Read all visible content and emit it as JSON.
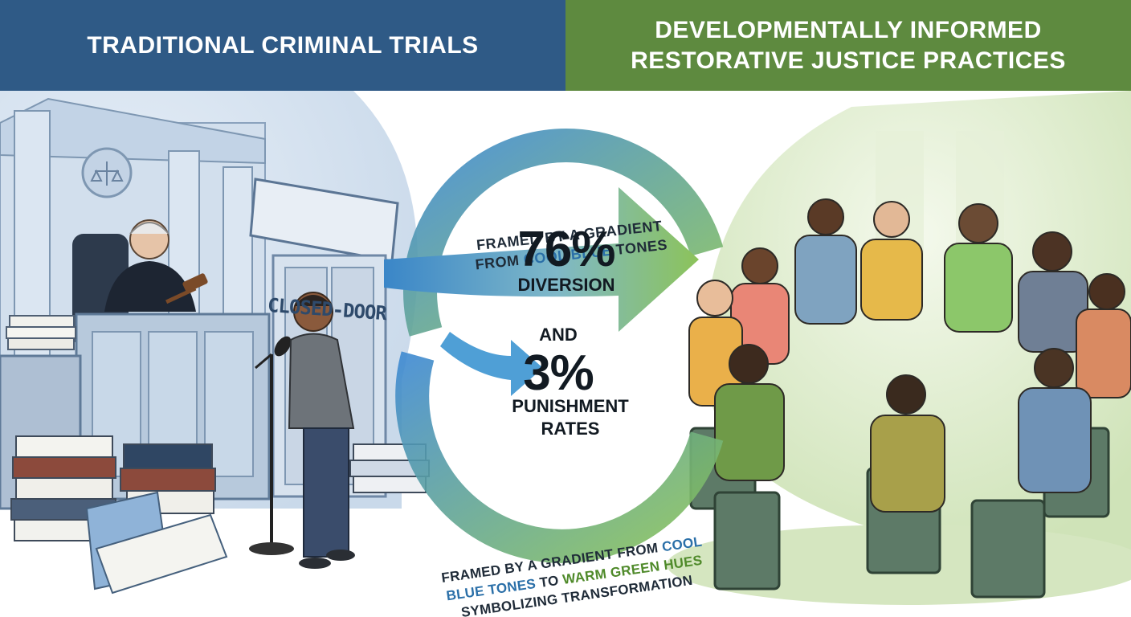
{
  "header": {
    "left_title": "TRADITIONAL CRIMINAL TRIALS",
    "right_title_line1": "DEVELOPMENTALLY INFORMED",
    "right_title_line2": "RESTORATIVE JUSTICE PRACTICES"
  },
  "courtroom": {
    "sign_text": "CLOSED-DOOR"
  },
  "center": {
    "caption_top_line1": "FRAMED BY A GRADIENT",
    "caption_top_line2_pre": "FROM ",
    "caption_top_line2_highlight": "COOL BLUE",
    "caption_top_line2_post": " TONES",
    "stat1_value": "76%",
    "stat1_label": "DIVERSION",
    "connector": "AND",
    "stat2_value": "3%",
    "stat2_label_line1": "PUNISHMENT",
    "stat2_label_line2": "RATES",
    "caption_bottom_line1_pre": "FRAMED BY A GRADIENT FROM ",
    "caption_bottom_line1_highlight": "COOL",
    "caption_bottom_line2_blue": "BLUE TONES",
    "caption_bottom_line2_mid": " TO ",
    "caption_bottom_line2_green": "WARM GREEN HUES",
    "caption_bottom_line3": "SYMBOLIZING TRANSFORMATION"
  },
  "colors": {
    "left_header": "#2f5a86",
    "right_header": "#5e8a3f",
    "blue_accent": "#2a6fa8",
    "green_accent": "#4f8a2a"
  }
}
